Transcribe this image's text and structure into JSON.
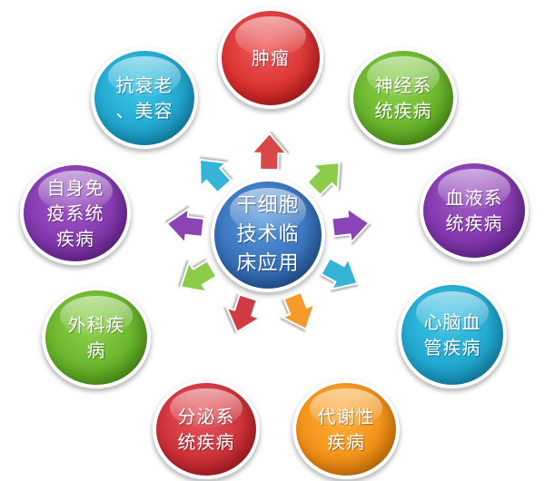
{
  "center": {
    "label": "干细胞\n技术临\n床应用",
    "color": "#2e66b0"
  },
  "nodes": {
    "tumor": {
      "label": "肿瘤",
      "color": "#d62727"
    },
    "neuro": {
      "label": "神经系\n统疾病",
      "color": "#5fae22"
    },
    "blood": {
      "label": "血液系\n统疾病",
      "color": "#7b2fa8"
    },
    "cardio": {
      "label": "心脑血\n管疾病",
      "color": "#1aa0cc"
    },
    "meta": {
      "label": "代谢性\n疾病",
      "color": "#f08a10"
    },
    "endo": {
      "label": "分泌系\n统疾病",
      "color": "#c8262e"
    },
    "surg": {
      "label": "外科疾\n病",
      "color": "#5fae22"
    },
    "immune": {
      "label": "自身免\n疫系统\n疾病",
      "color": "#7b2fa8"
    },
    "anti": {
      "label": "抗衰老\n、美容",
      "color": "#1aa0cc"
    }
  },
  "arrows": [
    {
      "target": "tumor",
      "color": "#d94848"
    },
    {
      "target": "neuro",
      "color": "#8ccc4a"
    },
    {
      "target": "blood",
      "color": "#8a44b4"
    },
    {
      "target": "cardio",
      "color": "#36b4d8"
    },
    {
      "target": "meta",
      "color": "#f59a2a"
    },
    {
      "target": "endo",
      "color": "#cf3c44"
    },
    {
      "target": "surg",
      "color": "#8ccc4a"
    },
    {
      "target": "immune",
      "color": "#8a44b4"
    },
    {
      "target": "anti",
      "color": "#36b4d8"
    }
  ]
}
